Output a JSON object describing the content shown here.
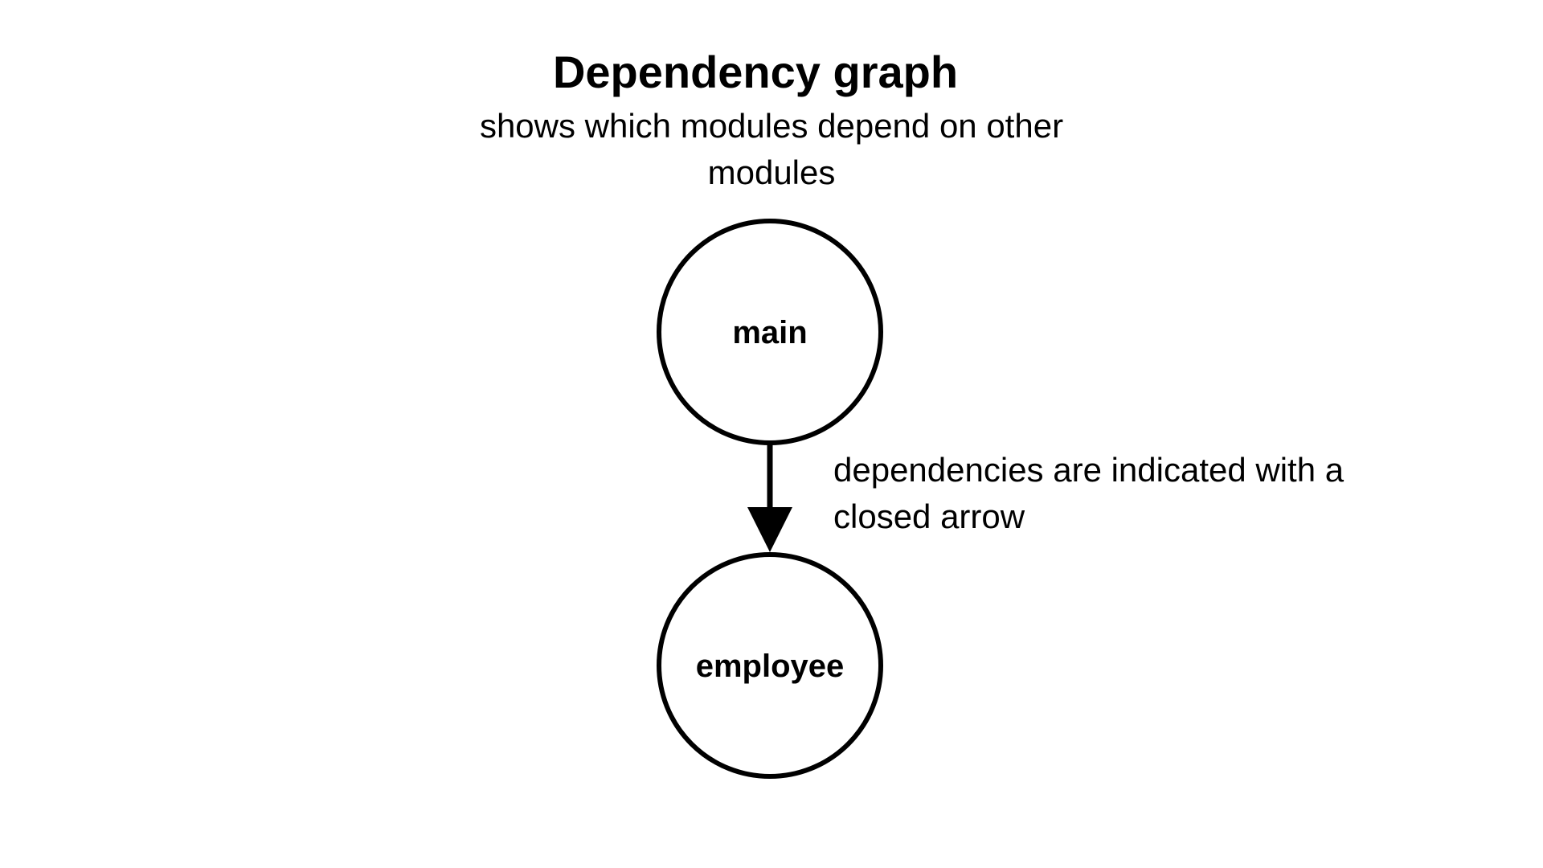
{
  "title": "Dependency graph",
  "subtitle": "shows which modules depend on other modules",
  "annotation": "dependencies are indicated with a closed arrow",
  "nodes": [
    {
      "id": "main",
      "label": "main"
    },
    {
      "id": "employee",
      "label": "employee"
    }
  ],
  "edges": [
    {
      "from": "main",
      "to": "employee",
      "style": "closed-arrow"
    }
  ],
  "colors": {
    "background": "#ffffff",
    "ink": "#000000"
  }
}
